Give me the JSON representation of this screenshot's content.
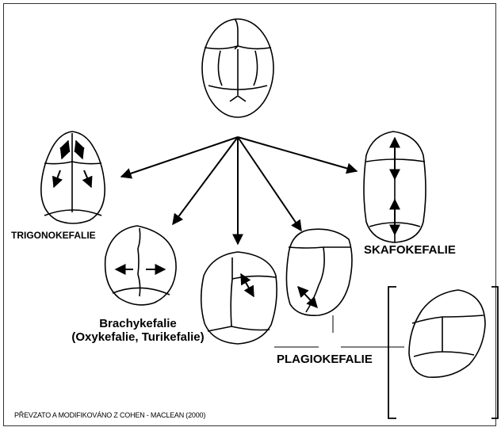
{
  "labels": {
    "trigonokefalie": "TRIGONOKEFALIE",
    "skafokefalie": "SKAFOKEFALIE",
    "brachykefalie": "Brachykefalie",
    "brachykefalie_sub": "(Oxykefalie, Turikefalie)",
    "plagiokefalie": "PLAGIOKEFALIE"
  },
  "source": "PŘEVZATO A MODIFIKOVÁNO Z COHEN - MACLEAN (2000)",
  "colors": {
    "line": "#000000",
    "background": "#ffffff",
    "frame": "#333333"
  }
}
